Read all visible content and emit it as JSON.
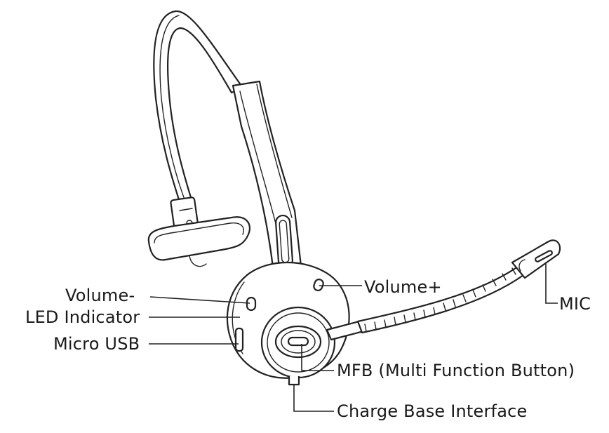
{
  "labels": {
    "volume_minus": "Volume-",
    "led_indicator": "LED Indicator",
    "micro_usb": "Micro USB",
    "volume_plus": "Volume+",
    "mic": "MIC",
    "mfb": "MFB (Multi Function Button)",
    "charge_base": "Charge Base Interface"
  }
}
